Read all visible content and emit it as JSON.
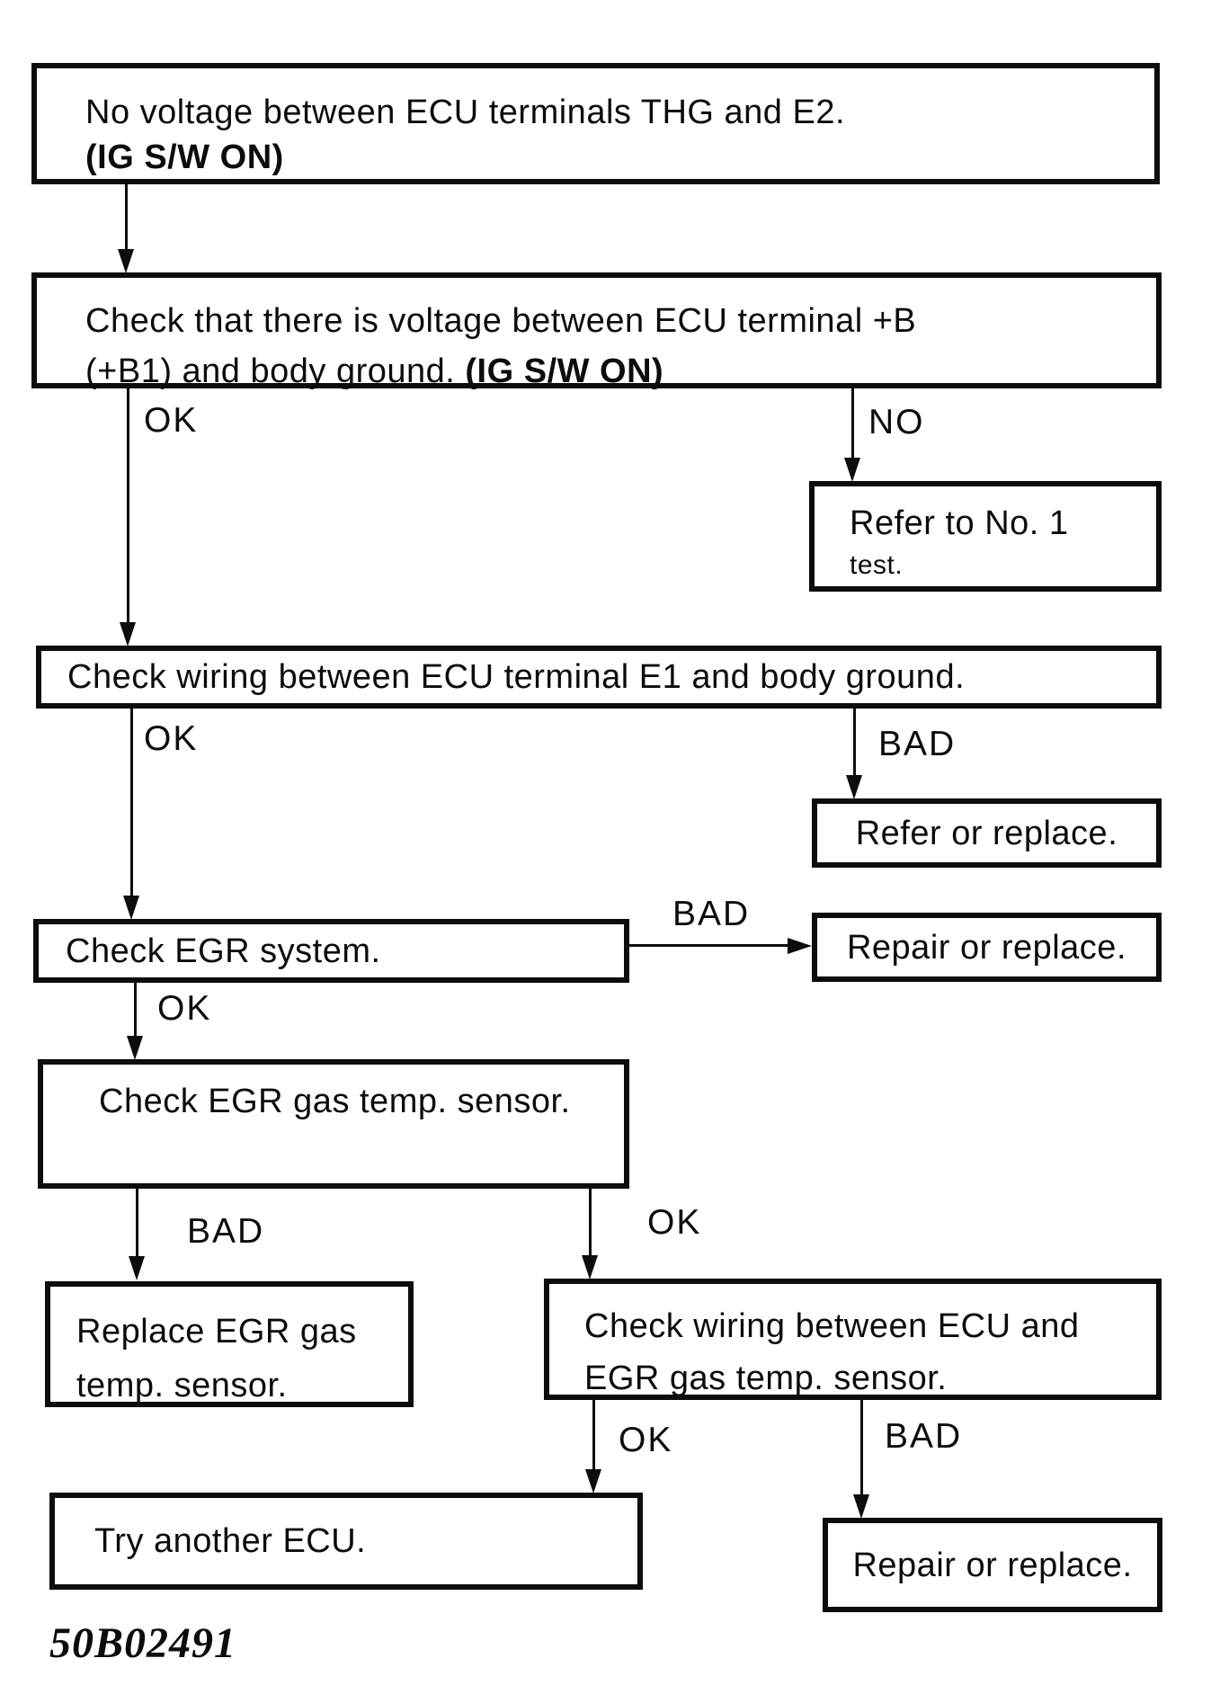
{
  "flowchart": {
    "nodes": {
      "start": {
        "line1": "No voltage between ECU terminals THG and E2.",
        "line2": "(IG S/W ON)"
      },
      "check_voltage": {
        "line1": "Check that there is voltage between ECU terminal +B",
        "line2_normal": "(+B1) and body ground. ",
        "line2_bold": "(IG S/W ON)"
      },
      "refer_no1_test": {
        "line1": "Refer to No. 1",
        "line2": "test."
      },
      "check_wiring_e1": {
        "text": "Check wiring between ECU terminal E1 and body ground."
      },
      "refer_or_replace": {
        "text": "Refer or replace."
      },
      "check_egr_system": {
        "text": "Check EGR system."
      },
      "repair_or_replace_1": {
        "text": "Repair or replace."
      },
      "check_egr_sensor": {
        "text": "Check EGR gas temp. sensor."
      },
      "replace_egr_sensor": {
        "line1": "Replace EGR gas",
        "line2": "temp. sensor."
      },
      "check_wiring_sensor": {
        "line1": "Check wiring between ECU and",
        "line2": "EGR gas temp. sensor."
      },
      "try_another_ecu": {
        "text": "Try another ECU."
      },
      "repair_or_replace_2": {
        "text": "Repair or replace."
      }
    },
    "edges": {
      "ok1": "OK",
      "no1": "NO",
      "ok2": "OK",
      "bad1": "BAD",
      "bad2": "BAD",
      "ok3": "OK",
      "bad3": "BAD",
      "ok5": "OK",
      "ok4": "OK",
      "bad4": "BAD"
    },
    "footer": {
      "code": "50B02491"
    },
    "colors": {
      "ink": "#0d0d0d",
      "background": "#ffffff"
    }
  }
}
